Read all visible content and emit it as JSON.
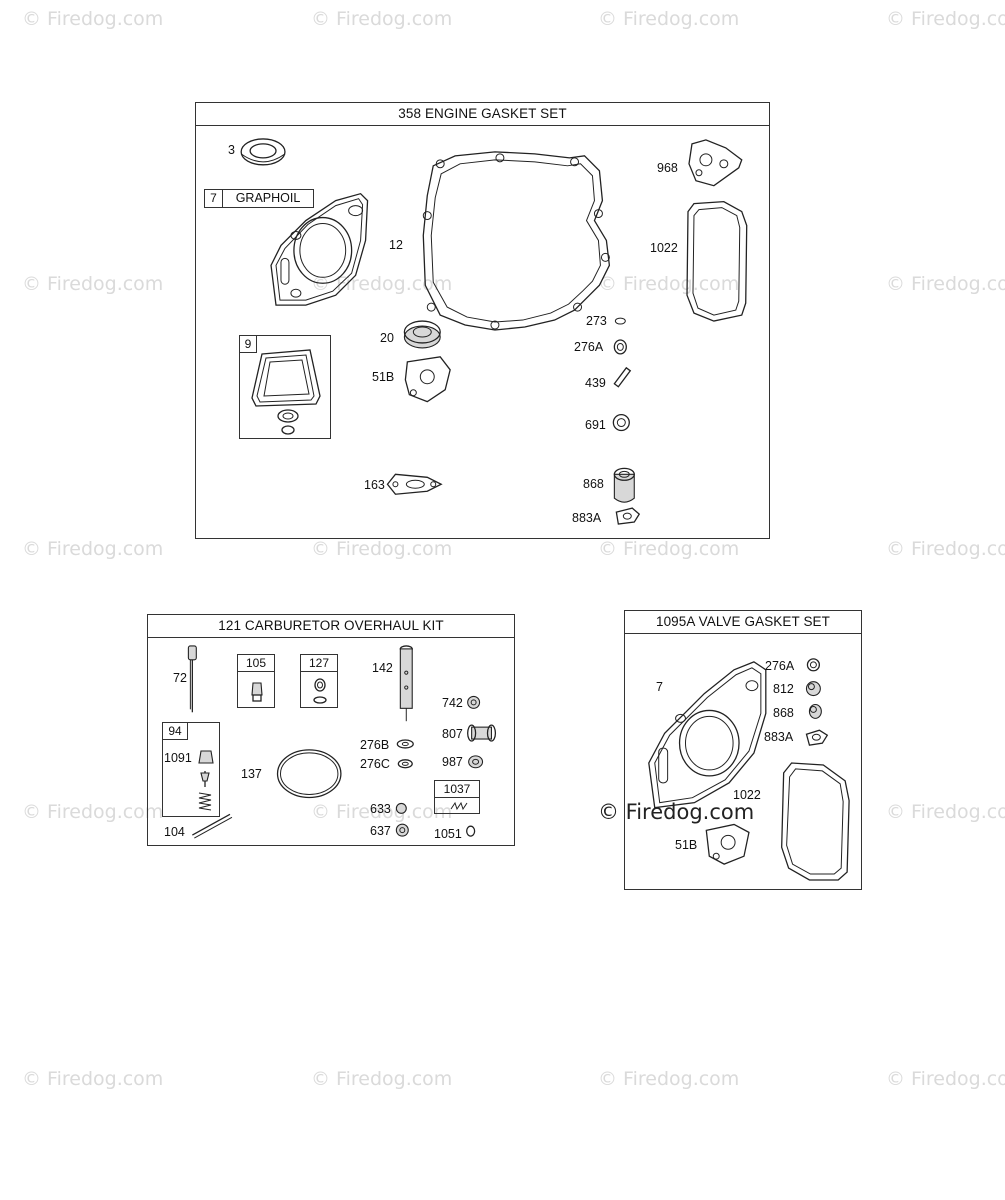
{
  "watermark_text": "© Firedog.com",
  "panels": {
    "engine": {
      "title": "358 ENGINE GASKET SET",
      "graphoil_num": "7",
      "graphoil_text": "GRAPHOIL",
      "box9_label": "9",
      "labels": {
        "p3": "3",
        "p12": "12",
        "p20": "20",
        "p51b": "51B",
        "p163": "163",
        "p968": "968",
        "p1022": "1022",
        "p273": "273",
        "p276a": "276A",
        "p439": "439",
        "p691": "691",
        "p868": "868",
        "p883a": "883A"
      }
    },
    "carb": {
      "title": "121 CARBURETOR OVERHAUL KIT",
      "box105": "105",
      "box127": "127",
      "box94": "94",
      "box1037": "1037",
      "labels": {
        "p72": "72",
        "p1091": "1091",
        "p104": "104",
        "p137": "137",
        "p142": "142",
        "p276b": "276B",
        "p276c": "276C",
        "p633": "633",
        "p637": "637",
        "p742": "742",
        "p807": "807",
        "p987": "987",
        "p1051": "1051"
      }
    },
    "valve": {
      "title": "1095A VALVE GASKET SET",
      "labels": {
        "p7": "7",
        "p276a": "276A",
        "p812": "812",
        "p868": "868",
        "p883a": "883A",
        "p1022": "1022",
        "p51b": "51B"
      }
    }
  }
}
